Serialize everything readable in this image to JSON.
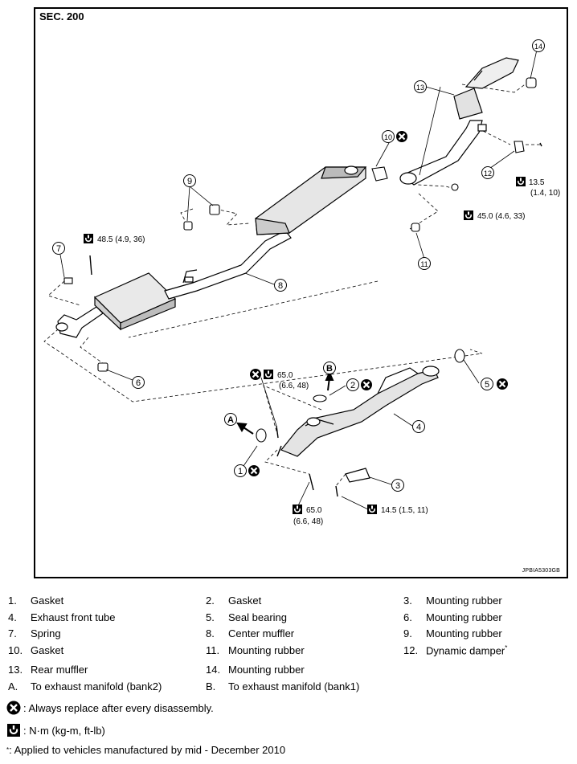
{
  "section": "SEC. 200",
  "ref_code": "JPBIA5303GB",
  "callouts": {
    "t1": "48.5 (4.9, 36)",
    "t2": "13.5",
    "t2b": "(1.4, 10)",
    "t3": "45.0 (4.6, 33)",
    "t4": "65.0",
    "t4b": "(6.6, 48)",
    "t5": "65.0",
    "t5b": "(6.6, 48)",
    "t6": "14.5 (1.5, 11)"
  },
  "numbers": [
    "1",
    "2",
    "3",
    "4",
    "5",
    "6",
    "7",
    "8",
    "9",
    "10",
    "11",
    "12",
    "13",
    "14"
  ],
  "letters": [
    "A",
    "B"
  ],
  "legend": [
    {
      "num": "1.",
      "text": "Gasket"
    },
    {
      "num": "2.",
      "text": "Gasket"
    },
    {
      "num": "3.",
      "text": "Mounting rubber"
    },
    {
      "num": "4.",
      "text": "Exhaust front tube"
    },
    {
      "num": "5.",
      "text": "Seal bearing"
    },
    {
      "num": "6.",
      "text": "Mounting rubber"
    },
    {
      "num": "7.",
      "text": "Spring"
    },
    {
      "num": "8.",
      "text": "Center muffler"
    },
    {
      "num": "9.",
      "text": "Mounting rubber"
    },
    {
      "num": "10.",
      "text": "Gasket"
    },
    {
      "num": "11.",
      "text": "Mounting rubber"
    },
    {
      "num": "12.",
      "text": "Dynamic damper",
      "sup": "*"
    },
    {
      "num": "13.",
      "text": "Rear muffler"
    },
    {
      "num": "14.",
      "text": "Mounting rubber"
    },
    {
      "num": "A.",
      "text": "To exhaust manifold (bank2)"
    },
    {
      "num": "B.",
      "text": "To exhaust manifold (bank1)"
    }
  ],
  "notes": {
    "replace": ": Always replace after every disassembly.",
    "torque": ": N·m (kg-m, ft-lb)",
    "star": "*",
    "applied": ": Applied to vehicles manufactured by mid - December 2010"
  }
}
